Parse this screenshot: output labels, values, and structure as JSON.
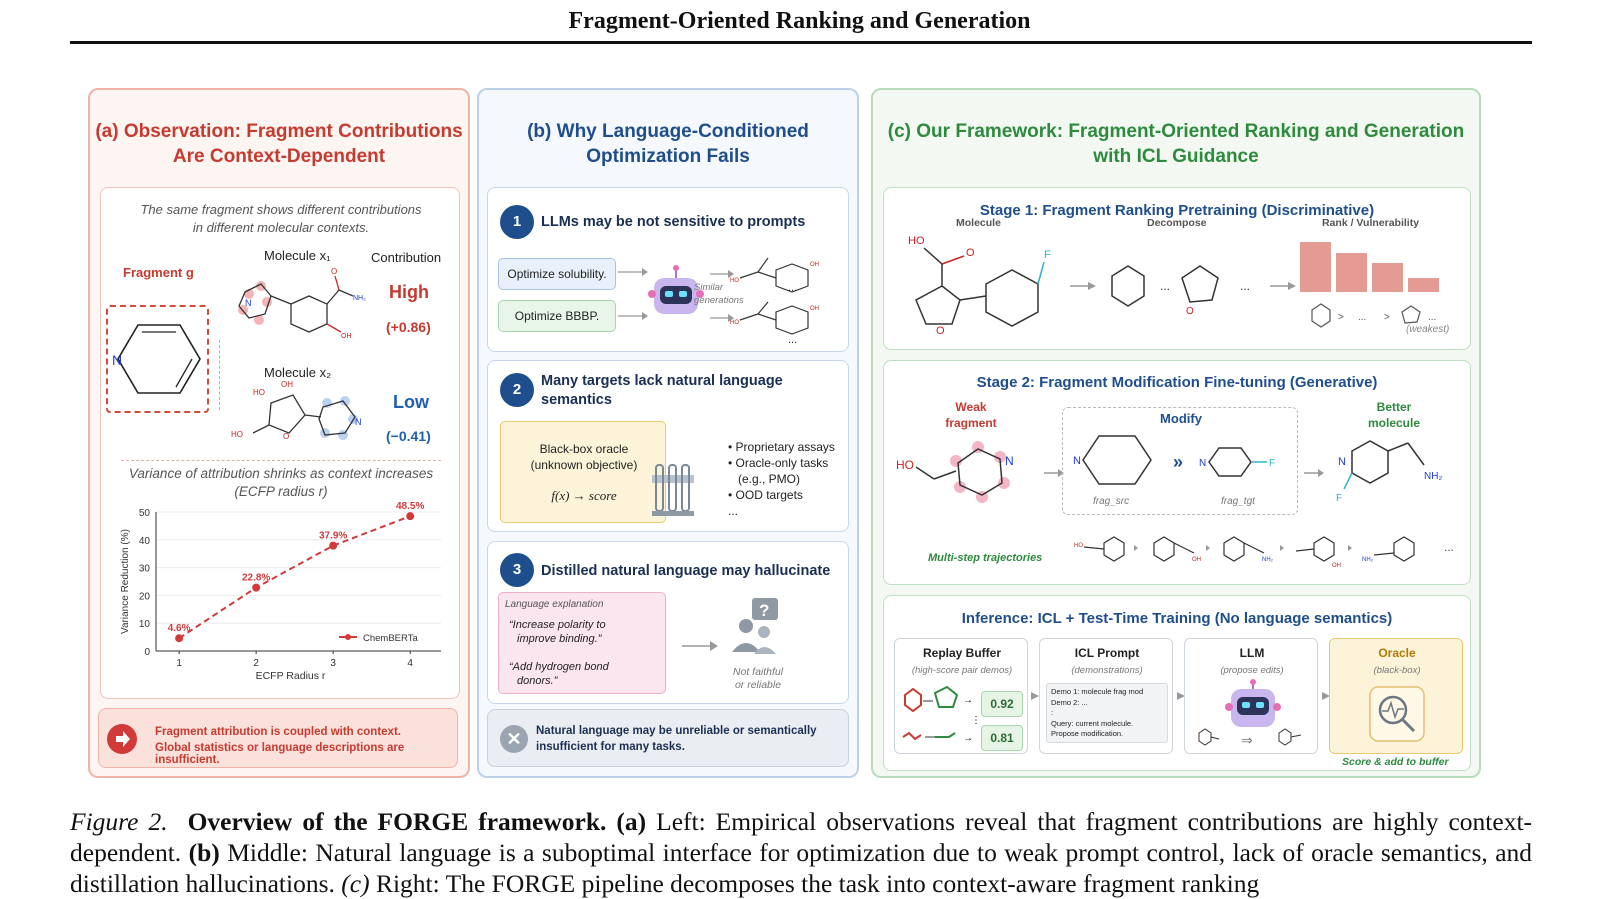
{
  "header": {
    "title": "Fragment-Oriented Ranking and Generation"
  },
  "panel_a": {
    "title_line1": "(a) Observation: Fragment Contributions",
    "title_line2": "Are Context-Dependent",
    "note_line1": "The same fragment shows different contributions",
    "note_line2": "in different molecular contexts.",
    "fragment_label": "Fragment g",
    "molecule1_label": "Molecule x₁",
    "contribution_label": "Contribution",
    "high_label": "High",
    "high_value": "(+0.86)",
    "molecule2_label": "Molecule x₂",
    "low_label": "Low",
    "low_value": "(−0.41)",
    "variance_line1": "Variance of attribution shrinks as context increases",
    "variance_line2": "(ECFP radius r)",
    "footer_line1": "Fragment attribution is coupled with context.",
    "footer_line2": "Global statistics or language descriptions are insufficient."
  },
  "panel_b": {
    "title_line1": "(b) Why Language-Conditioned",
    "title_line2": "Optimization Fails",
    "item1_num": "1",
    "item1_title": "LLMs may be not sensitive to prompts",
    "prompt1": "Optimize solubility.",
    "prompt2": "Optimize BBBP.",
    "similar_line1": "Similar",
    "similar_line2": "generations",
    "ellipsis": "...",
    "item2_num": "2",
    "item2_title_line1": "Many targets lack natural language",
    "item2_title_line2": "semantics",
    "oracle_line1": "Black-box oracle",
    "oracle_line2": "(unknown objective)",
    "oracle_formula": "f(x) → score",
    "bullets": [
      "Proprietary assays",
      "Oracle-only tasks",
      "(e.g., PMO)",
      "OOD targets",
      "..."
    ],
    "item3_num": "3",
    "item3_title": "Distilled natural language may hallucinate",
    "lang_expl_label": "Language explanation",
    "quote1_line1": "“Increase polarity to",
    "quote1_line2": "improve binding.”",
    "quote2_line1": "“Add hydrogen bond",
    "quote2_line2": "donors.”",
    "not_faithful_line1": "Not faithful",
    "not_faithful_line2": "or reliable",
    "footer_line1": "Natural language may be unreliable or semantically",
    "footer_line2": "insufficient for many tasks."
  },
  "panel_c": {
    "title_line1": "(c) Our Framework: Fragment-Oriented Ranking and Generation",
    "title_line2": "with ICL Guidance",
    "stage1_title": "Stage 1: Fragment Ranking Pretraining (Discriminative)",
    "stage1_col_molecule": "Molecule",
    "stage1_col_decompose": "Decompose",
    "stage1_col_rank": "Rank / Vulnerability",
    "weakest_label": "(weakest)",
    "rank_values": [
      1.0,
      0.78,
      0.58,
      0.28
    ],
    "stage2_title": "Stage 2: Fragment Modification Fine-tuning (Generative)",
    "weak_fragment_line1": "Weak",
    "weak_fragment_line2": "fragment",
    "modify_label": "Modify",
    "frag_src_label": "frag_src",
    "frag_tgt_label": "frag_tgt",
    "better_line1": "Better",
    "better_line2": "molecule",
    "trajectory_label": "Multi-step trajectories",
    "inference_title": "Inference: ICL + Test-Time Training (No language semantics)",
    "replay_title": "Replay Buffer",
    "replay_sub": "(high-score pair demos)",
    "score1": "0.92",
    "score2": "0.81",
    "icl_title": "ICL Prompt",
    "icl_sub": "(demonstrations)",
    "icl_lines": [
      "Demo 1:  molecule frag mod",
      "Demo 2:  ...",
      ":",
      "Query: current molecule.",
      "Propose modification."
    ],
    "llm_title": "LLM",
    "llm_sub": "(propose edits)",
    "oracle_title": "Oracle",
    "oracle_sub": "(black-box)",
    "score_add_label": "Score & add to buffer"
  },
  "chart_data": {
    "type": "line",
    "x": [
      1,
      2,
      3,
      4
    ],
    "series": [
      {
        "name": "ChemBERTa",
        "values": [
          4.6,
          22.8,
          37.9,
          48.5
        ]
      }
    ],
    "data_labels": [
      "4.6%",
      "22.8%",
      "37.9%",
      "48.5%"
    ],
    "xlabel": "ECFP Radius  r",
    "ylabel": "Variance Reduction (%)",
    "xticks": [
      "1",
      "2",
      "3",
      "4"
    ],
    "yticks": [
      "0",
      "10",
      "20",
      "30",
      "40",
      "50"
    ],
    "xlim": [
      0.7,
      4.4
    ],
    "ylim": [
      0,
      50
    ],
    "grid": true,
    "legend": "bottom-right",
    "color": "#d23a3a"
  },
  "caption": {
    "fig_label": "Figure 2.",
    "bold_title": "Overview of the FORGE framework.",
    "a_label": "(a)",
    "a_text": "Left:  Empirical observations reveal that fragment contributions are highly context-dependent.",
    "b_label": "(b)",
    "b_text": "Middle: Natural language is a suboptimal interface for optimization due to weak prompt control, lack of oracle semantics, and distillation hallucinations.",
    "c_label": "(c)",
    "c_text": "Right: The FORGE pipeline decomposes the task into context-aware fragment ranking"
  },
  "colors": {
    "red": "#d23a3a",
    "blue": "#1f4e8c",
    "green": "#2e8b3e",
    "panel_a_border": "#f0b3a6",
    "panel_b_border": "#bcd0ea",
    "panel_c_border": "#b7dcb9"
  }
}
